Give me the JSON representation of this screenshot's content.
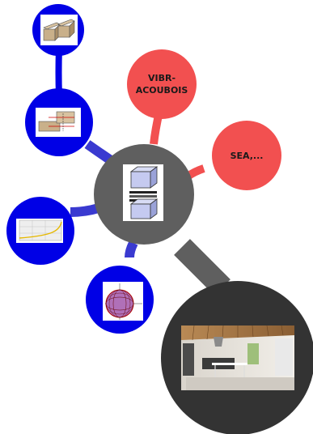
{
  "nodes": {
    "center": {
      "icon": "vibration-isolator-icon",
      "color": "#5f5f5f"
    },
    "vibr": {
      "label_line1": "VIBR-",
      "label_line2": "ACOUBOIS",
      "color": "#f25050"
    },
    "sea": {
      "label": "SEA,...",
      "color": "#f25050"
    },
    "wood_blocks": {
      "icon": "wood-blocks-icon",
      "color": "#0000e6"
    },
    "wood_joint": {
      "icon": "wood-joint-icon",
      "color": "#0000e6"
    },
    "graph": {
      "icon": "curve-graph-icon",
      "color": "#0000e6"
    },
    "sphere": {
      "icon": "radiation-sphere-icon",
      "color": "#0000e6"
    },
    "room": {
      "icon": "interior-photo-icon",
      "color": "#333333"
    }
  }
}
